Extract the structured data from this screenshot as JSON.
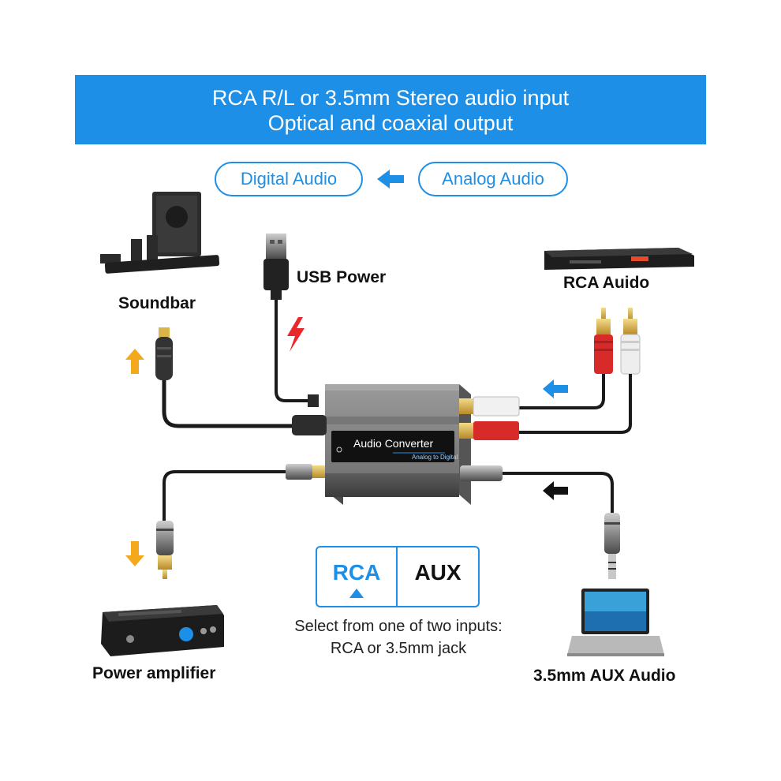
{
  "banner": {
    "line1": "RCA R/L or 3.5mm Stereo audio input",
    "line2": "Optical and coaxial output"
  },
  "signal_flow": {
    "output_pill": "Digital Audio",
    "input_pill": "Analog Audio",
    "arrow": "left-arrow"
  },
  "devices": {
    "soundbar": "Soundbar",
    "usb_power": "USB Power",
    "rca_source": "RCA Auido",
    "power_amplifier": "Power amplifier",
    "aux_source": "3.5mm AUX Audio"
  },
  "converter": {
    "name": "Audio Converter",
    "subtitle": "Analog to Digital"
  },
  "input_selector": {
    "option_rca": "RCA",
    "option_aux": "AUX",
    "selected": "RCA",
    "caption_line1": "Select from one of two inputs:",
    "caption_line2": "RCA or 3.5mm jack"
  },
  "colors": {
    "accent_blue": "#1e8fe6",
    "output_arrow": "#f4a81c",
    "power_bolt": "#e8282b",
    "input_arrow_rca": "#1e8fe6",
    "input_arrow_aux": "#111111"
  }
}
